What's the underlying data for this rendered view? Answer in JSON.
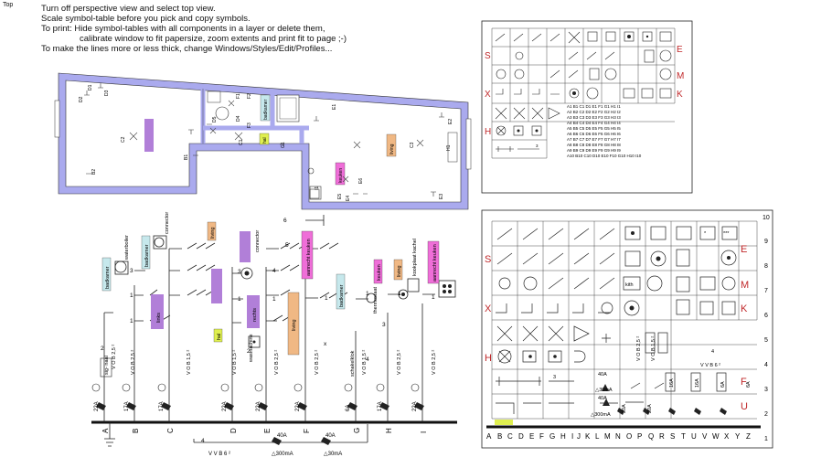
{
  "view": {
    "label": "Top"
  },
  "instructions": [
    "Turn off perspective view and select top view.",
    "Scale symbol-table before you pick and copy symbols.",
    "To print: Hide symbol-tables with all components in a layer or delete them,",
    "calibrate window to fit papersize, zoom extents and print fit to page ;-)",
    "To make the lines more or less thick, change Windows/Styles/Edit/Profiles..."
  ],
  "floorplan": {
    "rooms": [
      "badkamer",
      "hal",
      "living",
      "keuken"
    ],
    "points": [
      "D1",
      "D2",
      "D3",
      "B2",
      "C2",
      "F1",
      "F2",
      "F3",
      "D4",
      "E1",
      "E2",
      "E3",
      "E4",
      "E5",
      "E6",
      "B1",
      "G1",
      "H1",
      "I1",
      "C1",
      "C3",
      "D5"
    ]
  },
  "symbol_table_small": {
    "row_letters": [
      "S",
      "E",
      "M",
      "X",
      "K",
      "H"
    ],
    "codes": [
      "A1 B1 C1 D1 E1 F1 G1 H1 I1",
      "A2 B2 C2 D2 E2 F2 G2 H2 I2",
      "A3 B3 C3 D3 E3 F3 G3 H3 I3",
      "A4 B4 C4 D4 E4 F4 G4 H4 I4",
      "A5 B5 C5 D5 E5 F5 G5 H5 I5",
      "A6 B6 C6 D6 E6 F6 G6 H6 I6",
      "A7 B7 C7 D7 E7 F7 G7 H7 I7",
      "A8 B8 C8 D8 E8 F8 G8 H8 I8",
      "A9 B9 C9 D9 E9 F9 G9 H9 I9",
      "A10 B10 C10 D10 E10 F10 G10 H10 I10"
    ],
    "num": "3"
  },
  "symbol_table_large": {
    "row_numbers": [
      "10",
      "9",
      "8",
      "7",
      "6",
      "5",
      "4",
      "3",
      "2",
      "1"
    ],
    "column_letters": [
      "A",
      "B",
      "C",
      "D",
      "E",
      "F",
      "G",
      "H",
      "I",
      "J",
      "K",
      "L",
      "M",
      "N",
      "O",
      "P",
      "Q",
      "R",
      "S",
      "T",
      "U",
      "V",
      "W",
      "X",
      "Y",
      "Z"
    ],
    "row_letters": [
      "S",
      "E",
      "M",
      "X",
      "K",
      "H",
      "F",
      "U"
    ],
    "kitchen_label": "kith",
    "dots": "***",
    "star": "*",
    "cable1": "V O B 2,5 ²",
    "cable2": "V O B 1,5 ²",
    "vvb": "V V B  6 ²",
    "n4": "4",
    "n3": "3",
    "rcd1": "40A",
    "rcd1b": "△30mA",
    "rcd2": "40A",
    "rcd2b": "△300mA",
    "fuses": [
      "20A",
      "20A",
      "16A",
      "16A",
      "6A",
      "6A"
    ]
  },
  "schematic": {
    "circuits": [
      "A",
      "B",
      "C",
      "D",
      "E",
      "F",
      "G",
      "H",
      "I"
    ],
    "fuses": [
      "22A",
      "17A",
      "17A",
      "22A",
      "22A",
      "22A",
      "6A",
      "17A",
      "22A"
    ],
    "cable": "V O B 2,5 ²",
    "cable_light": "V O B 1,5 ²",
    "n1": "1",
    "n2": "2",
    "n3": "3",
    "n4": "4",
    "n5": "5",
    "n6": "6",
    "labels": {
      "badkamer1": "badkamer",
      "badkamer2": "badkamer",
      "badkamer3": "badkamer",
      "living1": "living",
      "living2": "living",
      "living3": "living",
      "links": "links",
      "hal": "hal",
      "rechts": "rechts",
      "aanrecht1": "aanrecht keuken",
      "aanrecht2": "aanrecht keuken",
      "keuken": "keuken",
      "waterboiler": "waterboiler",
      "connector1": "connector",
      "connector2": "connector",
      "wasmachine": "wasmachine",
      "thermostaat": "thermostaat",
      "schakelklok": "schakelklok",
      "kookplaat": "kookplaat kachel",
      "signal": "sig- naal"
    },
    "rcd_a": "40A",
    "rcd_a_sens": "△300mA",
    "rcd_b": "40A",
    "rcd_b_sens": "△30mA",
    "vvb": "V V B  6 ²",
    "x": "x"
  }
}
